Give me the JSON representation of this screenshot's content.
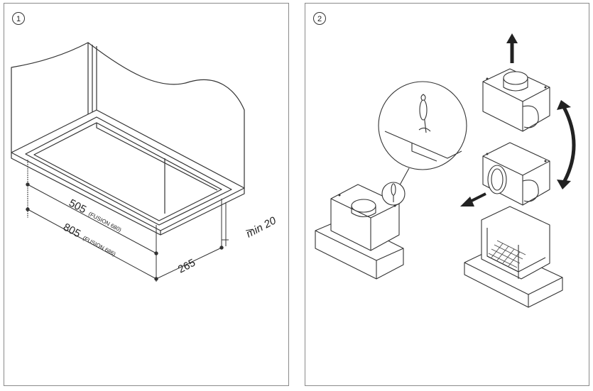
{
  "steps": [
    {
      "number": "1",
      "dimensions": {
        "width_main": "505",
        "width_main_note": "(FUSION 680)",
        "width_outer": "805",
        "width_outer_note": "(FUSION 686)",
        "depth": "265",
        "clearance": "min 20"
      }
    },
    {
      "number": "2"
    }
  ],
  "colors": {
    "line": "#333333",
    "arrow": "#222222",
    "border": "#8a8a8a"
  }
}
